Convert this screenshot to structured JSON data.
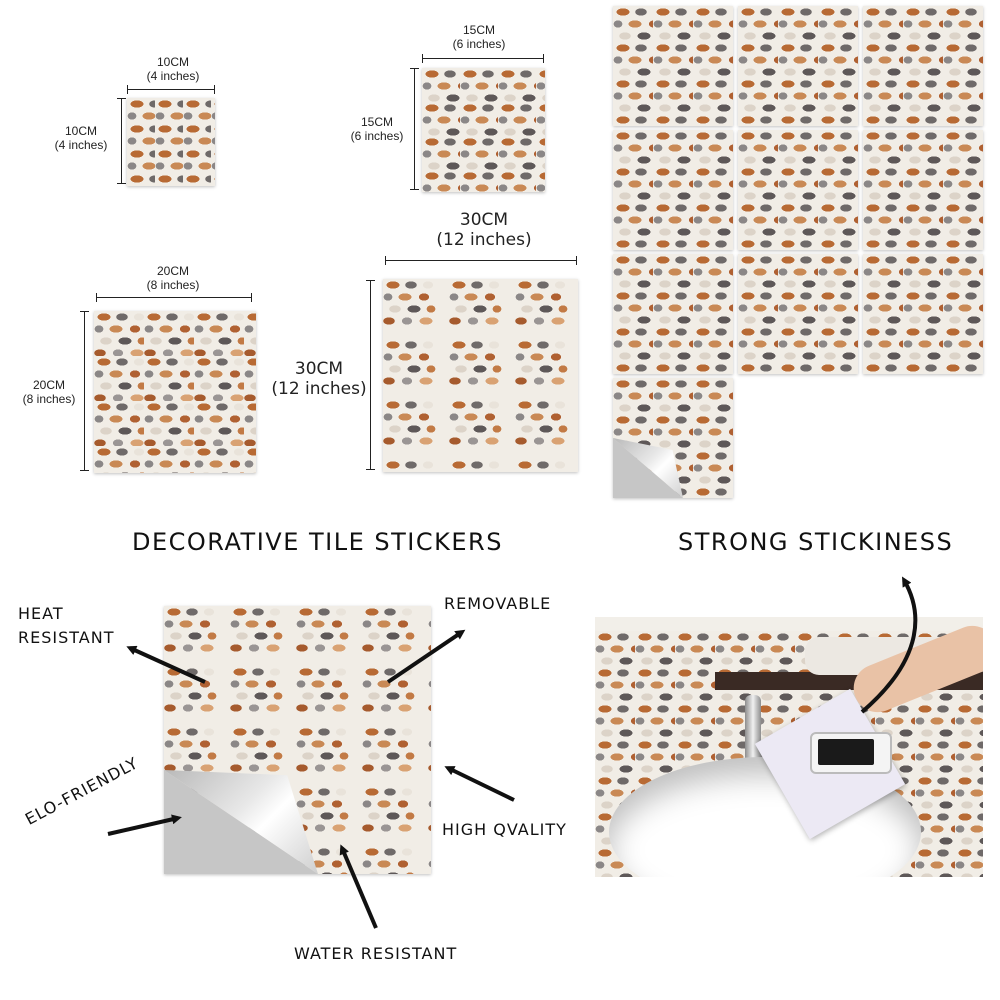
{
  "sizes": {
    "s10": {
      "cm": "10CM",
      "in": "(4 inches)"
    },
    "s15": {
      "cm": "15CM",
      "in": "(6 inches)"
    },
    "s20": {
      "cm": "20CM",
      "in": "(8 inches)"
    },
    "s30": {
      "cm": "30CM",
      "in": "(12 inches)"
    }
  },
  "headings": {
    "decorative": "DECORATIVE TILE STICKERS",
    "stickiness": "STRONG STICKINESS"
  },
  "features": {
    "heat_1": "HEAT",
    "heat_2": "RESISTANT",
    "removable": "REMOVABLE",
    "eco": "ELO-FRIENDLY",
    "quality": "HIGH QVALITY",
    "water": "WATER RESISTANT"
  },
  "colors": {
    "stone_brown": "#b86a34",
    "stone_grey": "#6f6a69",
    "stone_cream": "#e9e3da",
    "backing_grey": "#c6c6c6"
  }
}
